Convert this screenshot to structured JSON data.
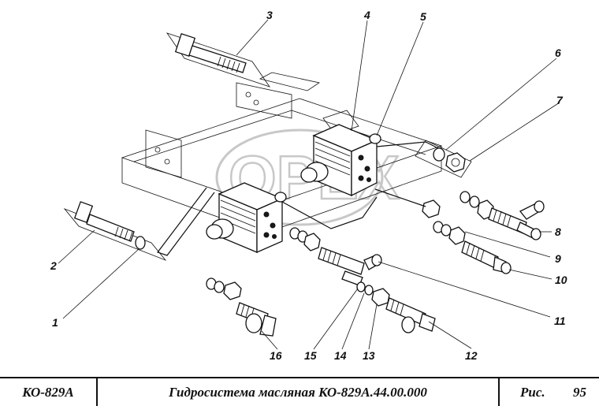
{
  "diagram": {
    "labels": [
      "1",
      "2",
      "3",
      "4",
      "5",
      "6",
      "7",
      "8",
      "9",
      "10",
      "11",
      "12",
      "13",
      "14",
      "15",
      "16"
    ],
    "watermark": "OPEX"
  },
  "title_block": {
    "model": "КО-829А",
    "title": "Гидросистема масляная КО-829А.44.00.000",
    "figure_prefix": "Рис.",
    "figure_number": "95"
  }
}
